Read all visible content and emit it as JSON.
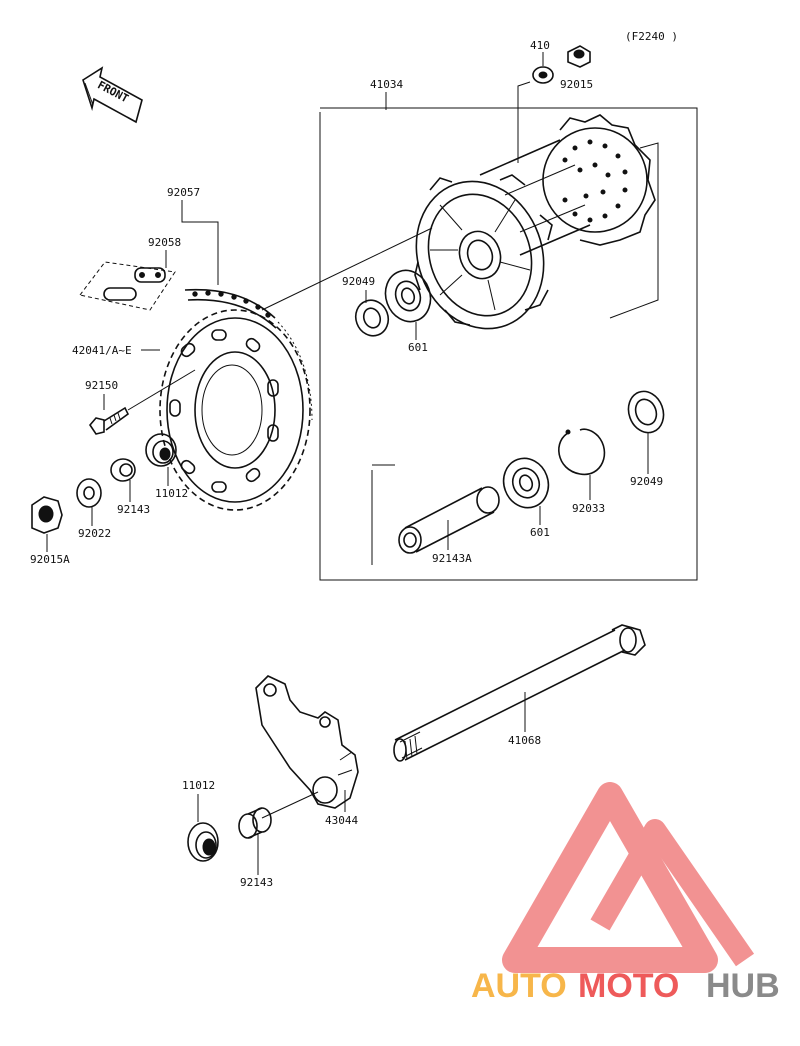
{
  "diagram": {
    "code": "(F2240 )",
    "front_label": "FRONT",
    "parts": {
      "p410": "410",
      "p92015": "92015",
      "p41034": "41034",
      "p92057": "92057",
      "p92058": "92058",
      "p92049a": "92049",
      "p601a": "601",
      "p42041": "42041/A~E",
      "p92150": "92150",
      "p11012a": "11012",
      "p92143a": "92143",
      "p92022": "92022",
      "p92015A": "92015A",
      "p92049b": "92049",
      "p92033": "92033",
      "p601b": "601",
      "p92143A": "92143A",
      "p41068": "41068",
      "p11012b": "11012",
      "p43044": "43044",
      "p92143b": "92143"
    }
  },
  "watermark": {
    "part1": "AUTO",
    "part2": "MOTO",
    "part3": "HUB",
    "colors": {
      "orange": "#f7b64a",
      "red": "#ee5a5a",
      "gray": "#8a8a8a",
      "logo": "#f08080"
    }
  }
}
